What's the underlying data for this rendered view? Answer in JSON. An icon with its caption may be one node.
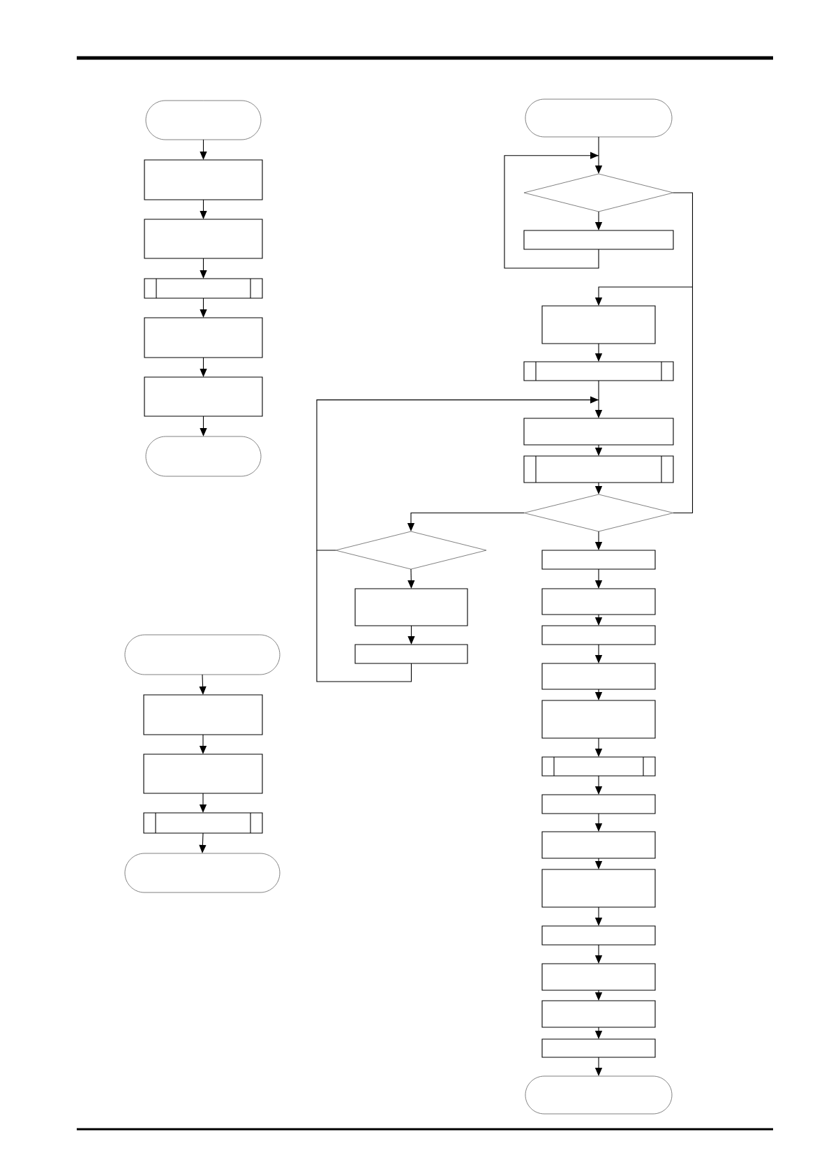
{
  "diagram": {
    "nodes": [
      {
        "text": [],
        "shape": "capsule"
      },
      {
        "text": [],
        "shape": "box"
      },
      {
        "text": [],
        "shape": "box"
      },
      {
        "text": [],
        "shape": "subroutine"
      },
      {
        "text": [],
        "shape": "box"
      },
      {
        "text": [],
        "shape": "box"
      },
      {
        "text": [],
        "shape": "capsule"
      },
      {
        "text": [],
        "shape": "capsule"
      },
      {
        "text": [],
        "shape": "diamond"
      },
      {
        "text": [],
        "shape": "box"
      },
      {
        "text": [],
        "shape": "box"
      },
      {
        "text": [],
        "shape": "subroutine"
      },
      {
        "text": [],
        "shape": "box"
      },
      {
        "text": [],
        "shape": "subroutine"
      },
      {
        "text": [],
        "shape": "diamond"
      },
      {
        "text": [],
        "shape": "diamond"
      },
      {
        "text": [],
        "shape": "box"
      },
      {
        "text": [],
        "shape": "box"
      },
      {
        "text": [],
        "shape": "box"
      },
      {
        "text": [],
        "shape": "box"
      },
      {
        "text": [],
        "shape": "box"
      },
      {
        "text": [],
        "shape": "box"
      },
      {
        "text": [],
        "shape": "box"
      },
      {
        "text": [],
        "shape": "subroutine"
      },
      {
        "text": [],
        "shape": "box"
      },
      {
        "text": [],
        "shape": "box"
      },
      {
        "text": [],
        "shape": "box"
      },
      {
        "text": [],
        "shape": "box"
      },
      {
        "text": [],
        "shape": "box"
      },
      {
        "text": [],
        "shape": "box"
      },
      {
        "text": [],
        "shape": "box"
      },
      {
        "text": [],
        "shape": "capsule"
      },
      {
        "text": [],
        "shape": "capsule"
      },
      {
        "text": [],
        "shape": "box"
      },
      {
        "text": [],
        "shape": "box"
      },
      {
        "text": [],
        "shape": "subroutine"
      },
      {
        "text": [],
        "shape": "capsule"
      }
    ],
    "edges": [
      {
        "from": 0,
        "to": 1,
        "arrow": "to"
      },
      {
        "from": 1,
        "to": 2,
        "arrow": "to"
      },
      {
        "from": 2,
        "to": 3,
        "arrow": "to"
      },
      {
        "from": 3,
        "to": 4,
        "arrow": "to"
      },
      {
        "from": 4,
        "to": 5,
        "arrow": "to"
      },
      {
        "from": 5,
        "to": 6,
        "arrow": "to"
      },
      {
        "from": 7,
        "to": 8,
        "arrow": "to"
      },
      {
        "from": 8,
        "to": 9,
        "arrow": "to"
      },
      {
        "from": 9,
        "to": 8,
        "arrow": "to"
      },
      {
        "from": 8,
        "to": 10,
        "arrow": "to"
      },
      {
        "from": 10,
        "to": 11,
        "arrow": "to"
      },
      {
        "from": 11,
        "to": 12,
        "arrow": "to"
      },
      {
        "from": 12,
        "to": 13,
        "arrow": "to"
      },
      {
        "from": 13,
        "to": 14,
        "arrow": "to"
      },
      {
        "from": 14,
        "to": 10,
        "arrow": "to"
      },
      {
        "from": 14,
        "to": 15,
        "arrow": "to"
      },
      {
        "from": 14,
        "to": 18,
        "arrow": "to"
      },
      {
        "from": 15,
        "to": 16,
        "arrow": "to"
      },
      {
        "from": 16,
        "to": 17,
        "arrow": "to"
      },
      {
        "from": 17,
        "to": 12,
        "arrow": "to"
      },
      {
        "from": 15,
        "to": 12,
        "arrow": "to"
      },
      {
        "from": 18,
        "to": 19,
        "arrow": "to"
      },
      {
        "from": 19,
        "to": 20,
        "arrow": "to"
      },
      {
        "from": 20,
        "to": 21,
        "arrow": "to"
      },
      {
        "from": 21,
        "to": 22,
        "arrow": "to"
      },
      {
        "from": 22,
        "to": 23,
        "arrow": "to"
      },
      {
        "from": 23,
        "to": 24,
        "arrow": "to"
      },
      {
        "from": 24,
        "to": 25,
        "arrow": "to"
      },
      {
        "from": 25,
        "to": 26,
        "arrow": "to"
      },
      {
        "from": 26,
        "to": 27,
        "arrow": "to"
      },
      {
        "from": 27,
        "to": 28,
        "arrow": "to"
      },
      {
        "from": 28,
        "to": 29,
        "arrow": "to"
      },
      {
        "from": 29,
        "to": 30,
        "arrow": "to"
      },
      {
        "from": 30,
        "to": 31,
        "arrow": "to"
      },
      {
        "from": 32,
        "to": 33,
        "arrow": "to"
      },
      {
        "from": 33,
        "to": 34,
        "arrow": "to"
      },
      {
        "from": 34,
        "to": 35,
        "arrow": "to"
      },
      {
        "from": 35,
        "to": 36,
        "arrow": "to"
      }
    ]
  }
}
